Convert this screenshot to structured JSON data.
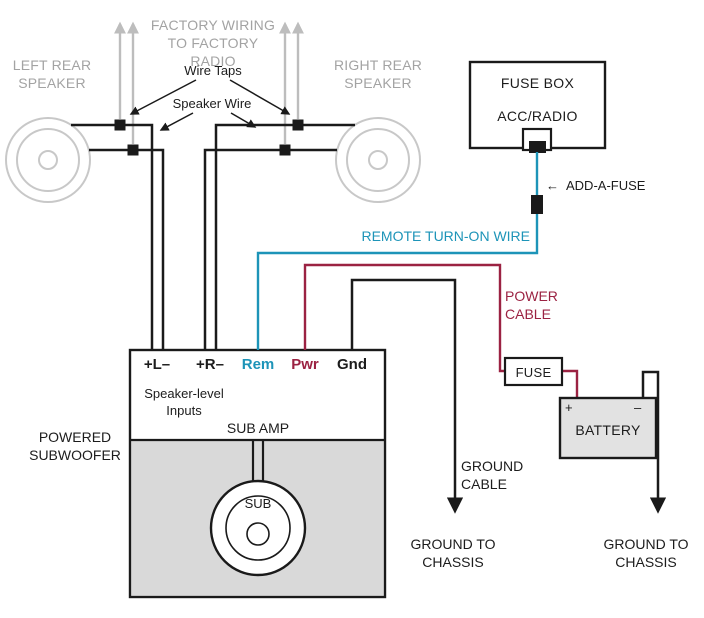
{
  "colors": {
    "remote_wire": "#1d94b8",
    "power_wire": "#9b2242",
    "wire_black": "#1a1a1a",
    "factory_wire_gray": "#bdbdbd",
    "speaker_gray": "#c8c8c8",
    "gray_text": "#a3a3a3",
    "amp_body_fill": "#d9d9d9",
    "battery_fill": "#e2e2e2"
  },
  "labels": {
    "factory_wiring": "FACTORY WIRING TO FACTORY RADIO",
    "left_speaker": "LEFT REAR SPEAKER",
    "right_speaker": "RIGHT REAR SPEAKER",
    "wire_taps": "Wire Taps",
    "speaker_wire": "Speaker Wire",
    "fuse_box": "FUSE BOX",
    "acc_radio": "ACC/RADIO",
    "add_a_fuse_arrow": "←",
    "add_a_fuse": "ADD-A-FUSE",
    "remote_turn_on": "REMOTE TURN-ON WIRE",
    "power_cable": "POWER CABLE",
    "fuse": "FUSE",
    "battery": "BATTERY",
    "battery_plus": "+",
    "battery_minus": "–",
    "ground_cable": "GROUND CABLE",
    "ground_to_chassis_left": "GROUND TO CHASSIS",
    "ground_to_chassis_right": "GROUND TO CHASSIS",
    "powered_subwoofer": "POWERED SUBWOOFER",
    "speaker_level_inputs": "Speaker-level Inputs",
    "sub_amp": "SUB AMP",
    "sub": "SUB",
    "terminals": {
      "left_input": "+L–",
      "right_input": "+R–",
      "remote": "Rem",
      "power": "Pwr",
      "ground": "Gnd"
    }
  }
}
